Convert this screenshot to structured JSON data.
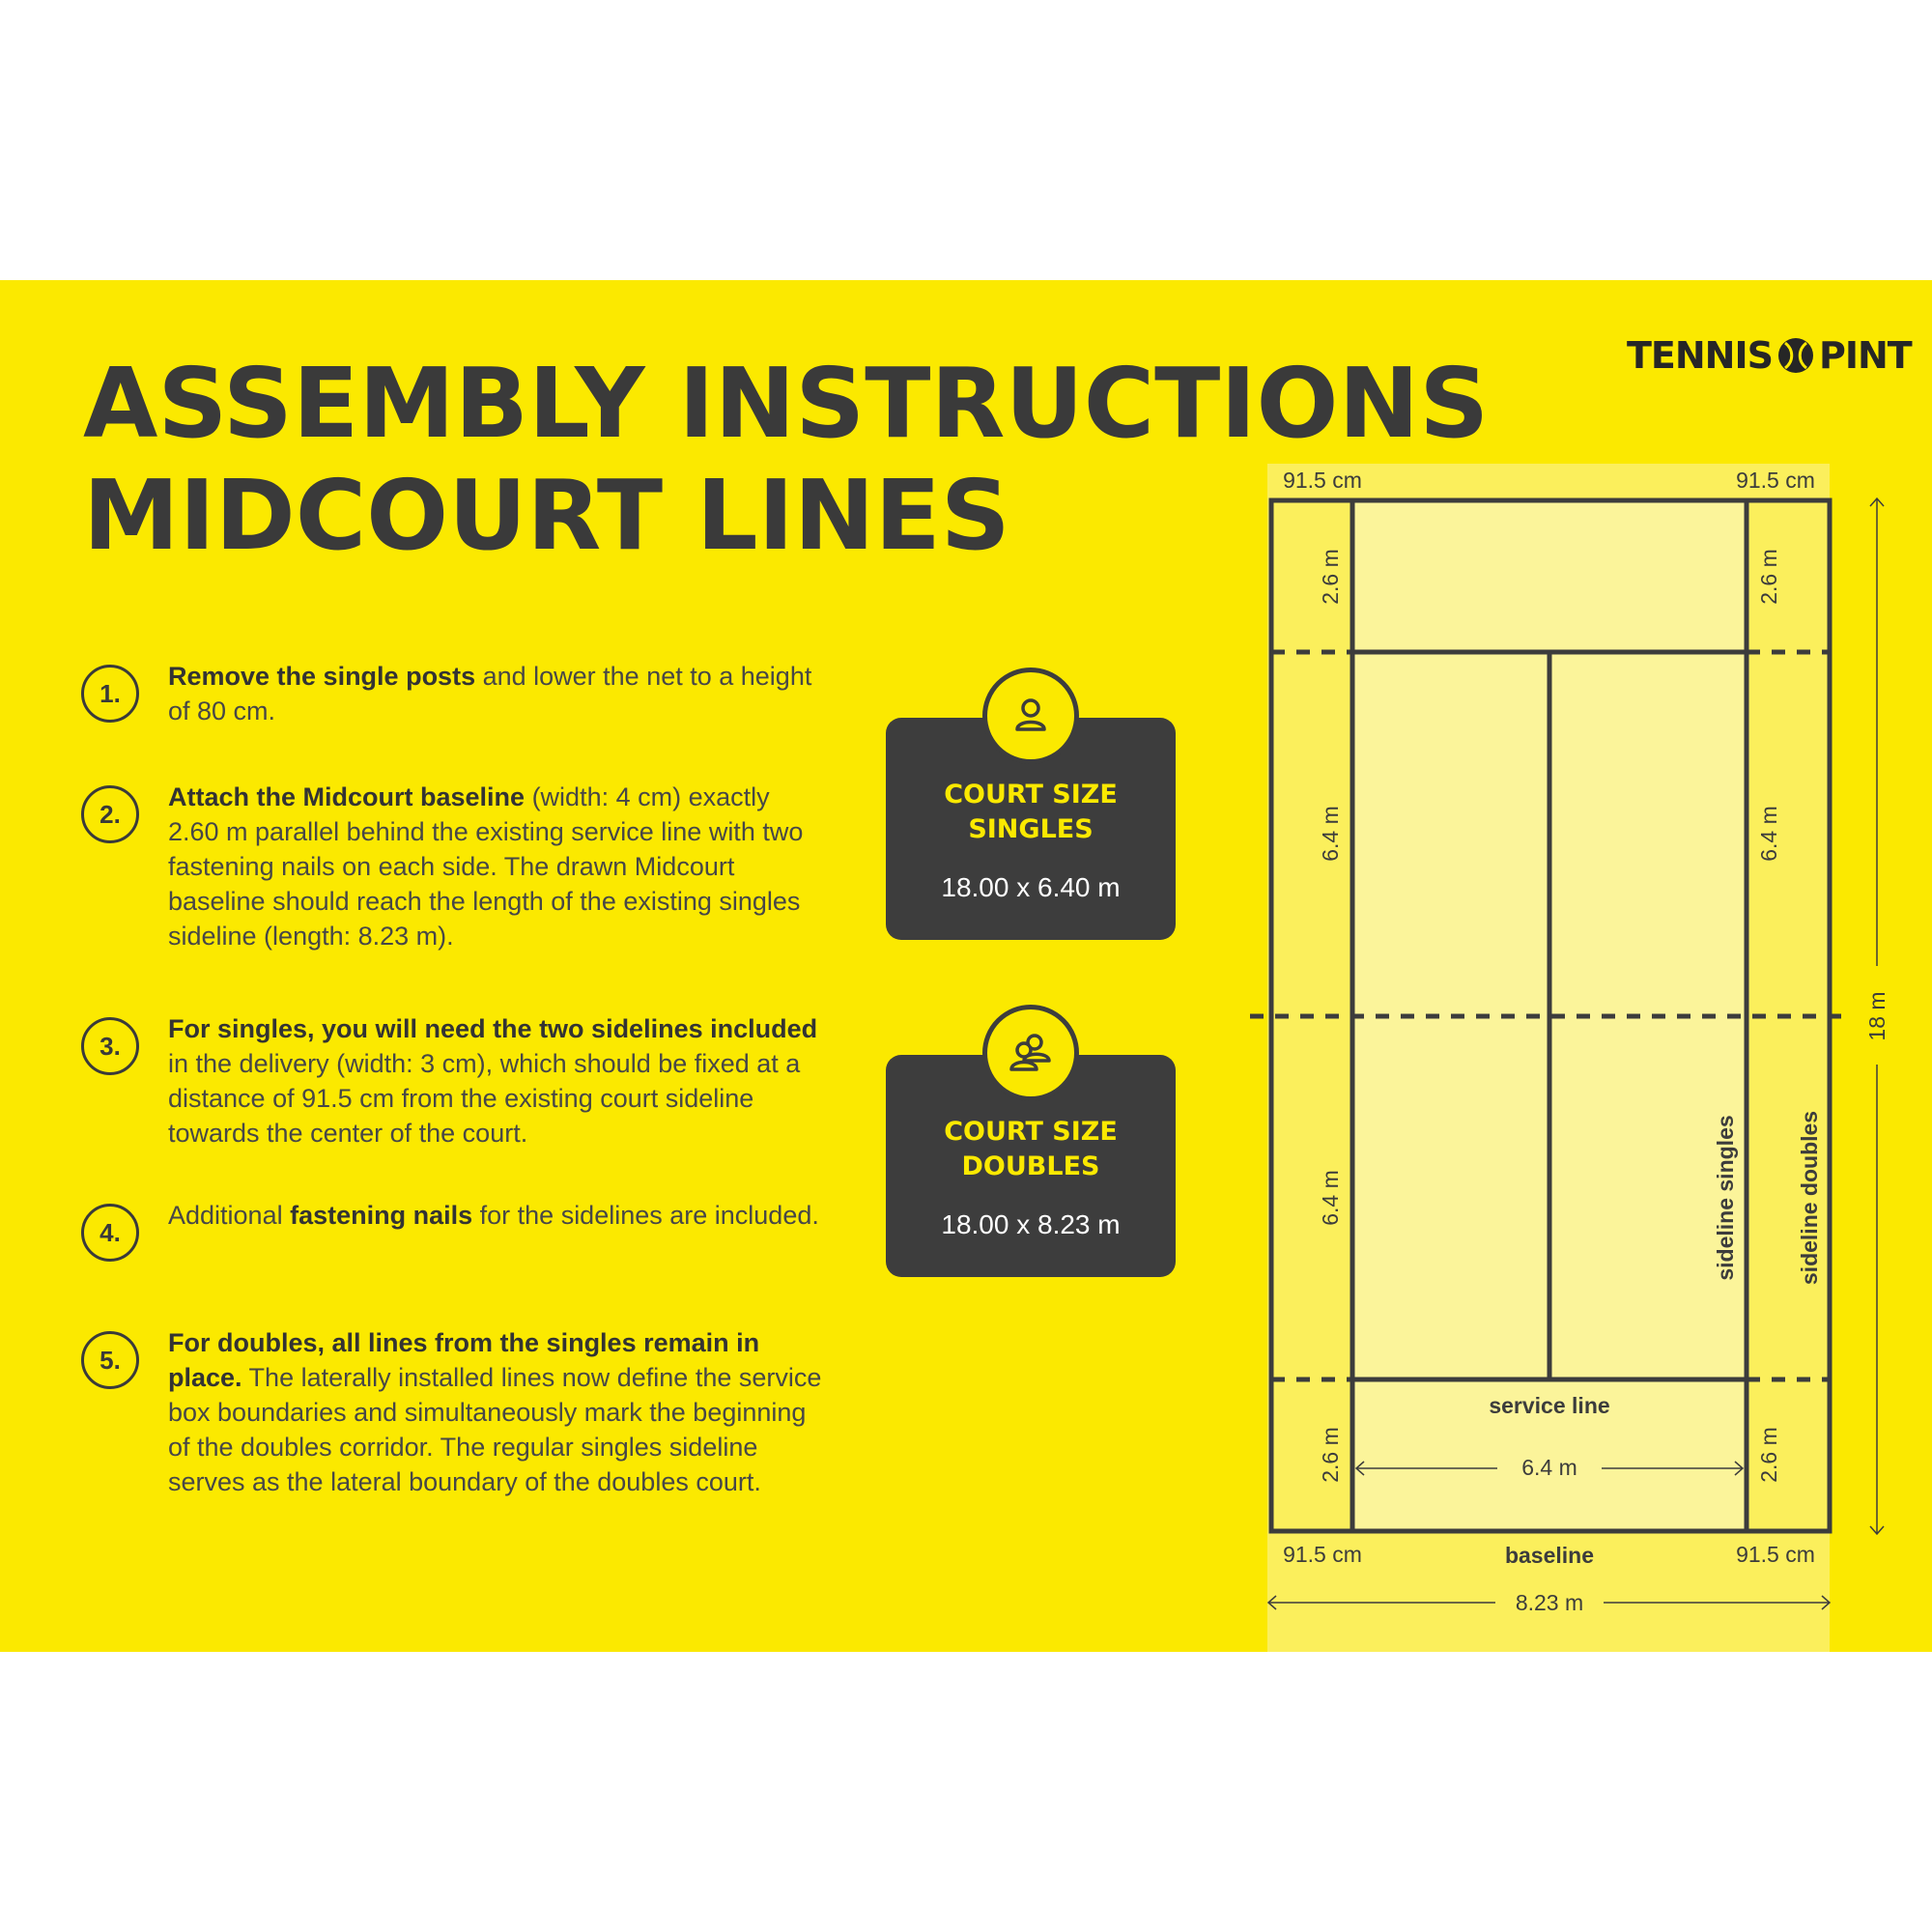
{
  "title": {
    "line1": "ASSEMBLY INSTRUCTIONS",
    "line2": "MIDCOURT LINES"
  },
  "logo": {
    "left": "TENNIS",
    "right": "PINT"
  },
  "steps": [
    {
      "number": "1.",
      "bold": "Remove the single posts",
      "text": " and lower the net to a height of 80 cm."
    },
    {
      "number": "2.",
      "bold": "Attach the Midcourt baseline",
      "text": " (width: 4 cm) exactly 2.60 m parallel behind the existing service line with two fastening nails on each side. The drawn Midcourt baseline should reach the length of the existing singles sideline (length: 8.23 m)."
    },
    {
      "number": "3.",
      "bold": "For singles, you will need the two sidelines included",
      "text": " in the delivery (width: 3 cm), which should be fixed at a distance of 91.5 cm from the existing court sideline towards the center of the court."
    },
    {
      "number": "4.",
      "pre": "Additional ",
      "bold": "fastening nails",
      "text": " for the sidelines are included."
    },
    {
      "number": "5.",
      "bold": "For doubles, all lines from the singles remain in place.",
      "text": " The laterally installed lines now define the service box boundaries and simultaneously mark the beginning of the doubles corridor. The regular singles sideline serves as the lateral boundary of the doubles court."
    }
  ],
  "cards": [
    {
      "title": "COURT SIZE\nSINGLES",
      "size": "18.00 x 6.40 m",
      "icon": "person-icon"
    },
    {
      "title": "COURT SIZE\nDOUBLES",
      "size": "18.00 x 8.23 m",
      "icon": "group-icon"
    }
  ],
  "court": {
    "top_left": "91.5 cm",
    "top_right": "91.5 cm",
    "bottom_left": "91.5 cm",
    "bottom_right": "91.5 cm",
    "baseline": "baseline",
    "service_line": "service line",
    "sideline_singles": "sideline singles",
    "sideline_doubles": "sideline doubles",
    "width_total": "8.23 m",
    "inner_width": "6.4 m",
    "length_total": "18 m",
    "seg_top": "2.6 m",
    "seg_mid1": "6.4 m",
    "seg_mid2": "6.4 m",
    "seg_bottom": "2.6 m"
  },
  "colors": {
    "band": "#fbe900",
    "court_light": "#fbf49a",
    "lines": "#3c3c3c",
    "card": "#3d3d3d"
  }
}
